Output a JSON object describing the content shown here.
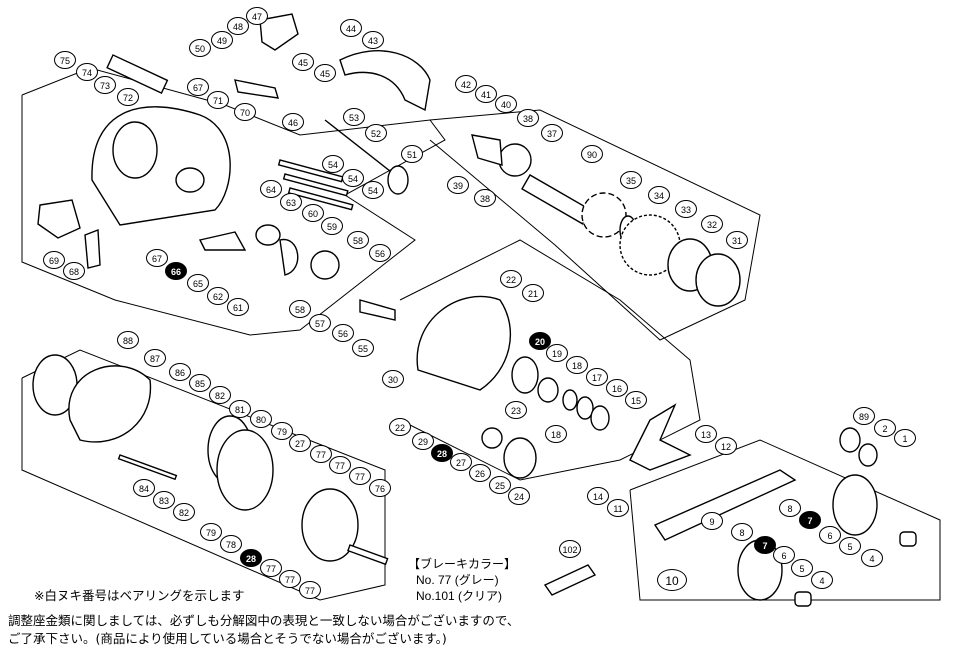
{
  "callouts": [
    {
      "id": "75",
      "label": "75"
    },
    {
      "id": "74",
      "label": "74"
    },
    {
      "id": "73",
      "label": "73"
    },
    {
      "id": "72",
      "label": "72"
    },
    {
      "id": "50",
      "label": "50"
    },
    {
      "id": "49",
      "label": "49"
    },
    {
      "id": "48",
      "label": "48"
    },
    {
      "id": "47",
      "label": "47"
    },
    {
      "id": "44",
      "label": "44"
    },
    {
      "id": "43",
      "label": "43"
    },
    {
      "id": "45a",
      "label": "45"
    },
    {
      "id": "45b",
      "label": "45"
    },
    {
      "id": "46",
      "label": "46"
    },
    {
      "id": "67a",
      "label": "67"
    },
    {
      "id": "71",
      "label": "71"
    },
    {
      "id": "70",
      "label": "70"
    },
    {
      "id": "53",
      "label": "53"
    },
    {
      "id": "52",
      "label": "52"
    },
    {
      "id": "51",
      "label": "51"
    },
    {
      "id": "54a",
      "label": "54"
    },
    {
      "id": "54b",
      "label": "54"
    },
    {
      "id": "54c",
      "label": "54"
    },
    {
      "id": "42",
      "label": "42"
    },
    {
      "id": "41",
      "label": "41"
    },
    {
      "id": "40",
      "label": "40"
    },
    {
      "id": "38a",
      "label": "38"
    },
    {
      "id": "37",
      "label": "37"
    },
    {
      "id": "39",
      "label": "39"
    },
    {
      "id": "38b",
      "label": "38"
    },
    {
      "id": "90",
      "label": "90"
    },
    {
      "id": "35",
      "label": "35"
    },
    {
      "id": "34",
      "label": "34"
    },
    {
      "id": "33",
      "label": "33"
    },
    {
      "id": "32",
      "label": "32"
    },
    {
      "id": "31",
      "label": "31"
    },
    {
      "id": "69",
      "label": "69"
    },
    {
      "id": "68",
      "label": "68"
    },
    {
      "id": "67b",
      "label": "67"
    },
    {
      "id": "66",
      "label": "66"
    },
    {
      "id": "65",
      "label": "65"
    },
    {
      "id": "64",
      "label": "64"
    },
    {
      "id": "63",
      "label": "63"
    },
    {
      "id": "60",
      "label": "60"
    },
    {
      "id": "59",
      "label": "59"
    },
    {
      "id": "58a",
      "label": "58"
    },
    {
      "id": "56a",
      "label": "56"
    },
    {
      "id": "62",
      "label": "62"
    },
    {
      "id": "61",
      "label": "61"
    },
    {
      "id": "58b",
      "label": "58"
    },
    {
      "id": "57",
      "label": "57"
    },
    {
      "id": "56b",
      "label": "56"
    },
    {
      "id": "55",
      "label": "55"
    },
    {
      "id": "22a",
      "label": "22"
    },
    {
      "id": "21",
      "label": "21"
    },
    {
      "id": "20",
      "label": "20"
    },
    {
      "id": "19",
      "label": "19"
    },
    {
      "id": "18a",
      "label": "18"
    },
    {
      "id": "17",
      "label": "17"
    },
    {
      "id": "16",
      "label": "16"
    },
    {
      "id": "15",
      "label": "15"
    },
    {
      "id": "30",
      "label": "30"
    },
    {
      "id": "23",
      "label": "23"
    },
    {
      "id": "22b",
      "label": "22"
    },
    {
      "id": "29",
      "label": "29"
    },
    {
      "id": "28a",
      "label": "28"
    },
    {
      "id": "27a",
      "label": "27"
    },
    {
      "id": "26",
      "label": "26"
    },
    {
      "id": "25",
      "label": "25"
    },
    {
      "id": "24",
      "label": "24"
    },
    {
      "id": "18b",
      "label": "18"
    },
    {
      "id": "13",
      "label": "13"
    },
    {
      "id": "12",
      "label": "12"
    },
    {
      "id": "14",
      "label": "14"
    },
    {
      "id": "11",
      "label": "11"
    },
    {
      "id": "88",
      "label": "88"
    },
    {
      "id": "87",
      "label": "87"
    },
    {
      "id": "86",
      "label": "86"
    },
    {
      "id": "85",
      "label": "85"
    },
    {
      "id": "82a",
      "label": "82"
    },
    {
      "id": "81",
      "label": "81"
    },
    {
      "id": "80",
      "label": "80"
    },
    {
      "id": "79a",
      "label": "79"
    },
    {
      "id": "27b",
      "label": "27"
    },
    {
      "id": "77a",
      "label": "77"
    },
    {
      "id": "77b",
      "label": "77"
    },
    {
      "id": "77c",
      "label": "77"
    },
    {
      "id": "76",
      "label": "76"
    },
    {
      "id": "84",
      "label": "84"
    },
    {
      "id": "83",
      "label": "83"
    },
    {
      "id": "82b",
      "label": "82"
    },
    {
      "id": "79b",
      "label": "79"
    },
    {
      "id": "78",
      "label": "78"
    },
    {
      "id": "28b",
      "label": "28"
    },
    {
      "id": "77d",
      "label": "77"
    },
    {
      "id": "77e",
      "label": "77"
    },
    {
      "id": "77f",
      "label": "77"
    },
    {
      "id": "89",
      "label": "89"
    },
    {
      "id": "2",
      "label": "2"
    },
    {
      "id": "1",
      "label": "1"
    },
    {
      "id": "8a",
      "label": "8"
    },
    {
      "id": "7a",
      "label": "7"
    },
    {
      "id": "6a",
      "label": "6"
    },
    {
      "id": "5a",
      "label": "5"
    },
    {
      "id": "4a",
      "label": "4"
    },
    {
      "id": "9",
      "label": "9"
    },
    {
      "id": "8b",
      "label": "8"
    },
    {
      "id": "7b",
      "label": "7"
    },
    {
      "id": "6b",
      "label": "6"
    },
    {
      "id": "5b",
      "label": "5"
    },
    {
      "id": "4b",
      "label": "4"
    },
    {
      "id": "102",
      "label": "102"
    },
    {
      "id": "10",
      "label": "10"
    }
  ],
  "legend": {
    "title": "【ブレーキカラー】",
    "line1": "No. 77 (グレー)",
    "line2": "No.101 (クリア)"
  },
  "notes": {
    "bearing_note": "※白ヌキ番号はベアリングを示します",
    "line1": "調整座金類に関しましては、必ずしも分解図中の表現と一致しない場合がございますので、",
    "line2": "ご了承下さい。(商品により使用している場合とそうでない場合がございます。)"
  }
}
